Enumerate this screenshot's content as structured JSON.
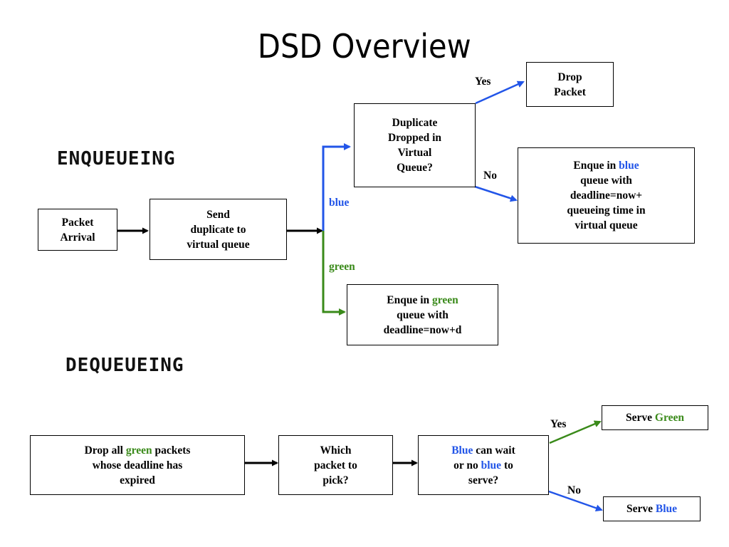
{
  "title": "DSD Overview",
  "sections": {
    "enqueue": "ENQUEUEING",
    "dequeue": "DEQUEUEING"
  },
  "enqueue": {
    "packet_arrival": [
      "Packet",
      "Arrival"
    ],
    "send_duplicate": [
      "Send",
      "duplicate to",
      "virtual queue"
    ],
    "duplicate_dropped": [
      "Duplicate",
      "Dropped in",
      "Virtual",
      "Queue?"
    ],
    "drop_packet": [
      "Drop",
      "Packet"
    ],
    "enque_blue": {
      "line1_prefix": "Enque in ",
      "line1_color_word": "blue",
      "rest": [
        "queue with",
        "deadline=now+",
        "queueing time in",
        "virtual queue"
      ]
    },
    "enque_green": {
      "line1_prefix": "Enque in ",
      "line1_color_word": "green",
      "rest": [
        "queue with",
        "deadline=now+d"
      ]
    },
    "labels": {
      "blue": "blue",
      "green": "green",
      "yes": "Yes",
      "no": "No"
    }
  },
  "dequeue": {
    "drop_green": {
      "line1_prefix": "Drop all ",
      "line1_color_word": "green",
      "line1_suffix": " packets",
      "rest": [
        "whose deadline has",
        "expired"
      ]
    },
    "which_packet": [
      "Which",
      "packet to",
      "pick?"
    ],
    "blue_wait": {
      "line1_color_word": "Blue",
      "line1_suffix": " can wait",
      "line2_prefix": "or no ",
      "line2_color_word": "blue",
      "line2_suffix": " to",
      "line3": "serve?"
    },
    "serve_green": {
      "prefix": "Serve ",
      "color_word": "Green"
    },
    "serve_blue": {
      "prefix": "Serve ",
      "color_word": "Blue"
    },
    "labels": {
      "yes": "Yes",
      "no": "No"
    }
  },
  "colors": {
    "blue": "#2255e8",
    "green": "#3a8a1a",
    "black": "#000000"
  }
}
